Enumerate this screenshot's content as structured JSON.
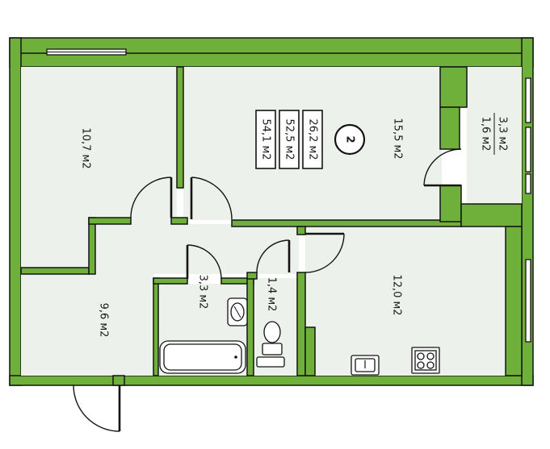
{
  "apartment": {
    "rooms_count": "2",
    "areas": {
      "living": "26,2 м2",
      "useful": "52,5 м2",
      "total": "54,1 м2"
    }
  },
  "rooms": {
    "room_left": "10,7 м2",
    "room_main": "15,5 м2",
    "balcony": "3,3 м2",
    "balcony_reduced": "1,6 м2",
    "hall": "9,6 м2",
    "bathroom": "3,3 м2",
    "toilet": "1,4 м2",
    "kitchen": "12,0 м2"
  },
  "colors": {
    "wall": "#6fb03b",
    "floor": "#edf1eb",
    "line": "#141414"
  }
}
